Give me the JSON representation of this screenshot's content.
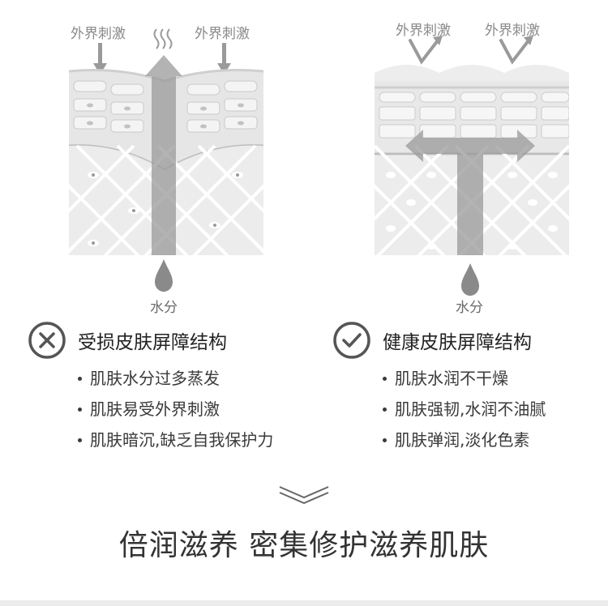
{
  "left_panel": {
    "stimulus_label_1": "外界刺激",
    "stimulus_label_2": "外界刺激",
    "water_label": "水分",
    "status_icon": "cross-circle-icon",
    "title": "受损皮肤屏障结构",
    "bullets": [
      "肌肤水分过多蒸发",
      "肌肤易受外界刺激",
      "肌肤暗沉,缺乏自我保护力"
    ]
  },
  "right_panel": {
    "stimulus_label_1": "外界刺激",
    "stimulus_label_2": "外界刺激",
    "water_label": "水分",
    "status_icon": "check-circle-icon",
    "title": "健康皮肤屏障结构",
    "bullets": [
      "肌肤水润不干燥",
      "肌肤强韧,水润不油腻",
      "肌肤弹润,淡化色素"
    ]
  },
  "divider_icon": "double-chevron-down-icon",
  "slogan": "倍润滋养 密集修护滋养肌肤",
  "colors": {
    "text": "#333333",
    "muted": "#8a8a8a",
    "diagram": "#cfcfcf",
    "arrow": "#9a9a9a"
  }
}
